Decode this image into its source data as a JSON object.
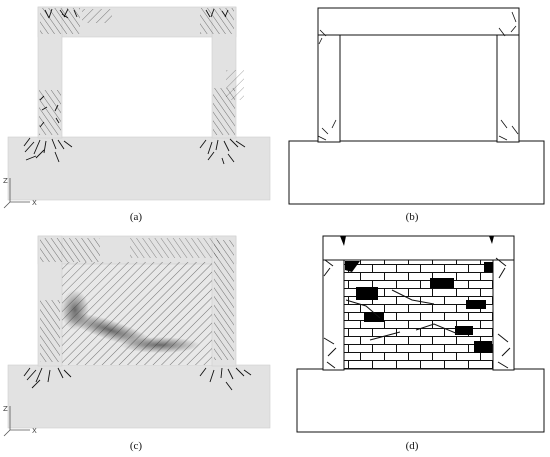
{
  "captions": [
    "(a)",
    "(b)",
    "(c)",
    "(d)"
  ],
  "axes": {
    "vertical": "Z",
    "horizontal": "X"
  },
  "colors": {
    "concrete_fill": "#e2e2e2",
    "crack": "#111111",
    "outline": "#111111",
    "infill_blocks": "#ffffff",
    "damaged_block": "#000000"
  }
}
